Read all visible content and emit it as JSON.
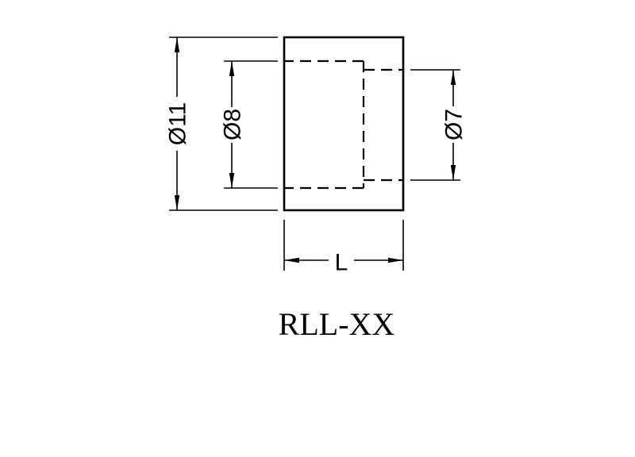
{
  "drawing": {
    "title": "RLL-XX",
    "dimensions": {
      "outer_diameter": {
        "label": "Ø11",
        "meaning": "outside diameter"
      },
      "counterbore_diameter": {
        "label": "Ø8",
        "meaning": "counterbore diameter"
      },
      "bore_diameter": {
        "label": "Ø7",
        "meaning": "through-bore diameter"
      },
      "length": {
        "label": "L",
        "meaning": "part length"
      }
    },
    "colors": {
      "line": "#000000",
      "background": "#ffffff"
    }
  }
}
